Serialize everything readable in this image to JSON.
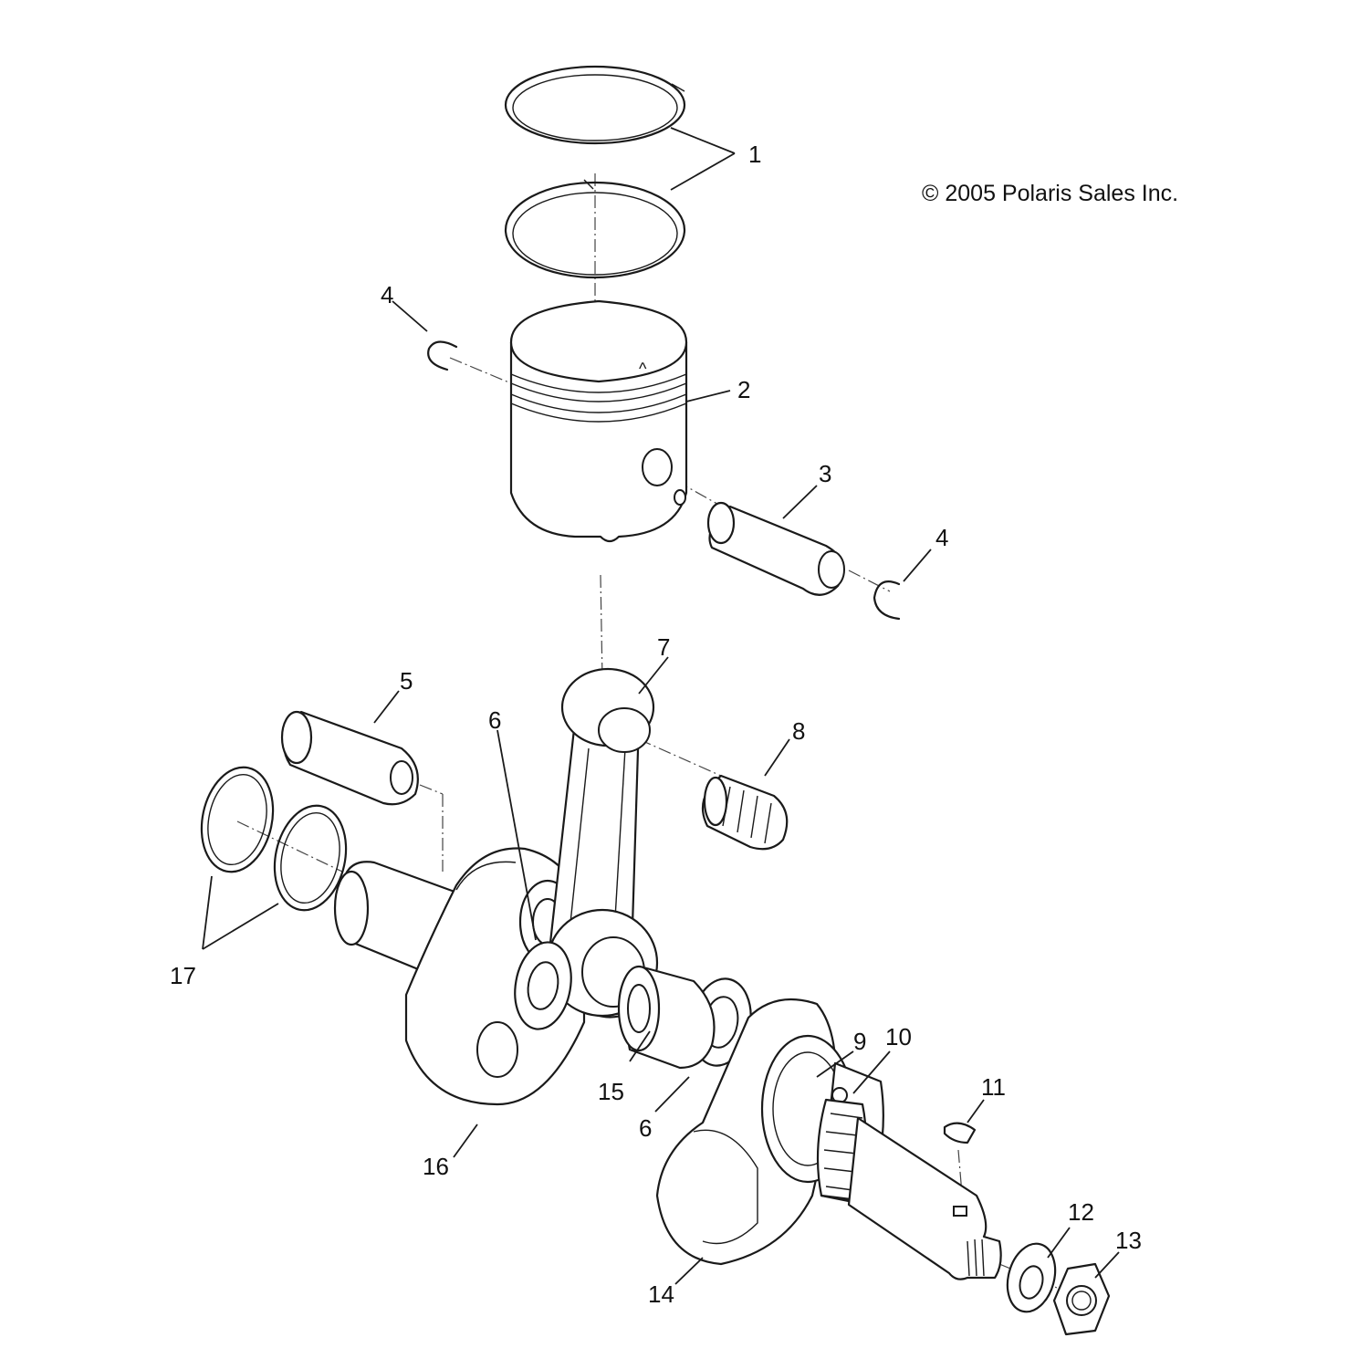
{
  "copyright": "© 2005 Polaris Sales Inc.",
  "piston_mark": "^",
  "callouts": {
    "c1": "1",
    "c2": "2",
    "c3": "3",
    "c4a": "4",
    "c4b": "4",
    "c5": "5",
    "c6a": "6",
    "c6b": "6",
    "c7": "7",
    "c8": "8",
    "c9": "9",
    "c10": "10",
    "c11": "11",
    "c12": "12",
    "c13": "13",
    "c14": "14",
    "c15": "15",
    "c16": "16",
    "c17": "17"
  }
}
